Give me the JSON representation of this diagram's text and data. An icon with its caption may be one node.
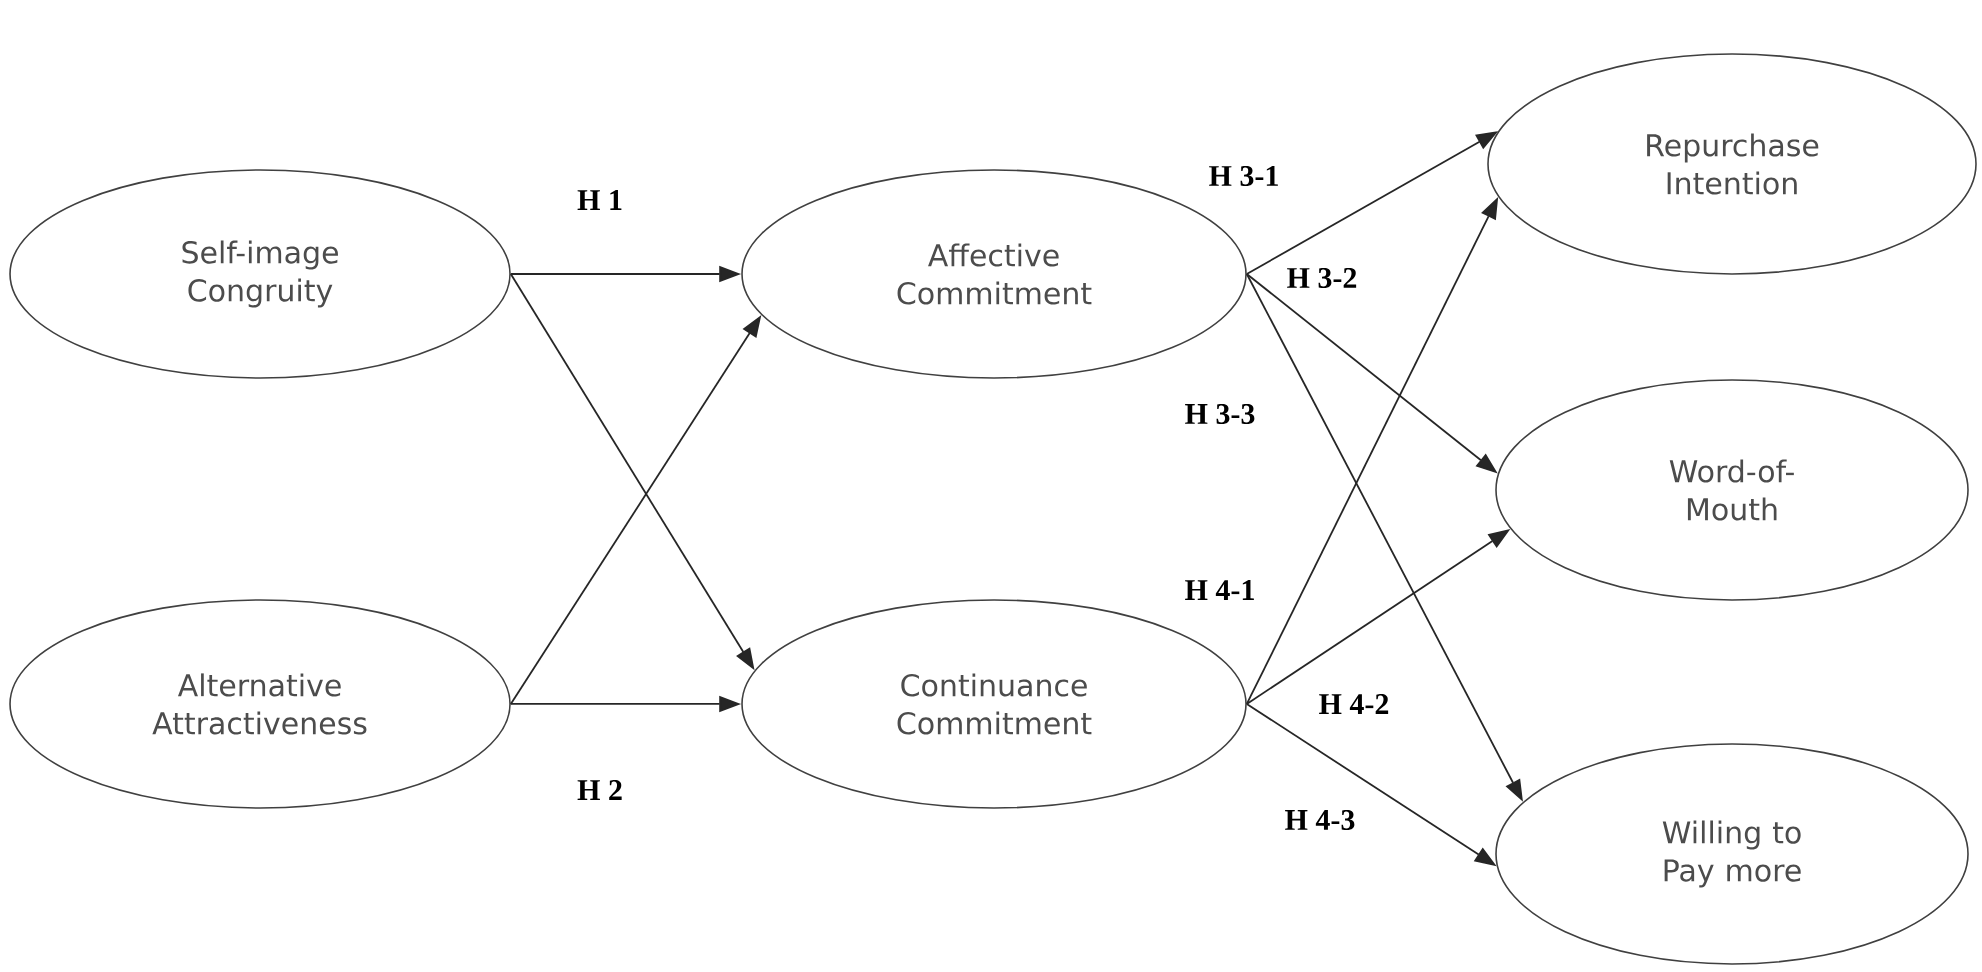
{
  "diagram": {
    "nodes": [
      {
        "text": [
          "Self-image Congruity"
        ]
      },
      {
        "text": [
          "Alternative Attractiveness"
        ]
      },
      {
        "text": [
          "Affective Commitment"
        ]
      },
      {
        "text": [
          "Continuance Commitment"
        ]
      },
      {
        "text": [
          "Repurchase Intention"
        ]
      },
      {
        "text": [
          "Word-of-Mouth"
        ]
      },
      {
        "text": [
          "Willing to Pay more"
        ]
      }
    ],
    "edges": [
      {
        "from": 0,
        "to": 2,
        "arrow": "to",
        "label": "H 1"
      },
      {
        "from": 0,
        "to": 3,
        "arrow": "to"
      },
      {
        "from": 1,
        "to": 2,
        "arrow": "to"
      },
      {
        "from": 1,
        "to": 3,
        "arrow": "to",
        "label": "H 2"
      },
      {
        "from": 2,
        "to": 4,
        "arrow": "to",
        "label": "H 3-1"
      },
      {
        "from": 2,
        "to": 5,
        "arrow": "to",
        "label": "H 3-2"
      },
      {
        "from": 2,
        "to": 6,
        "arrow": "to",
        "label": "H 3-3"
      },
      {
        "from": 3,
        "to": 4,
        "arrow": "to",
        "label": "H 4-1"
      },
      {
        "from": 3,
        "to": 5,
        "arrow": "to",
        "label": "H 4-2"
      },
      {
        "from": 3,
        "to": 6,
        "arrow": "to",
        "label": "H 4-3"
      }
    ]
  }
}
